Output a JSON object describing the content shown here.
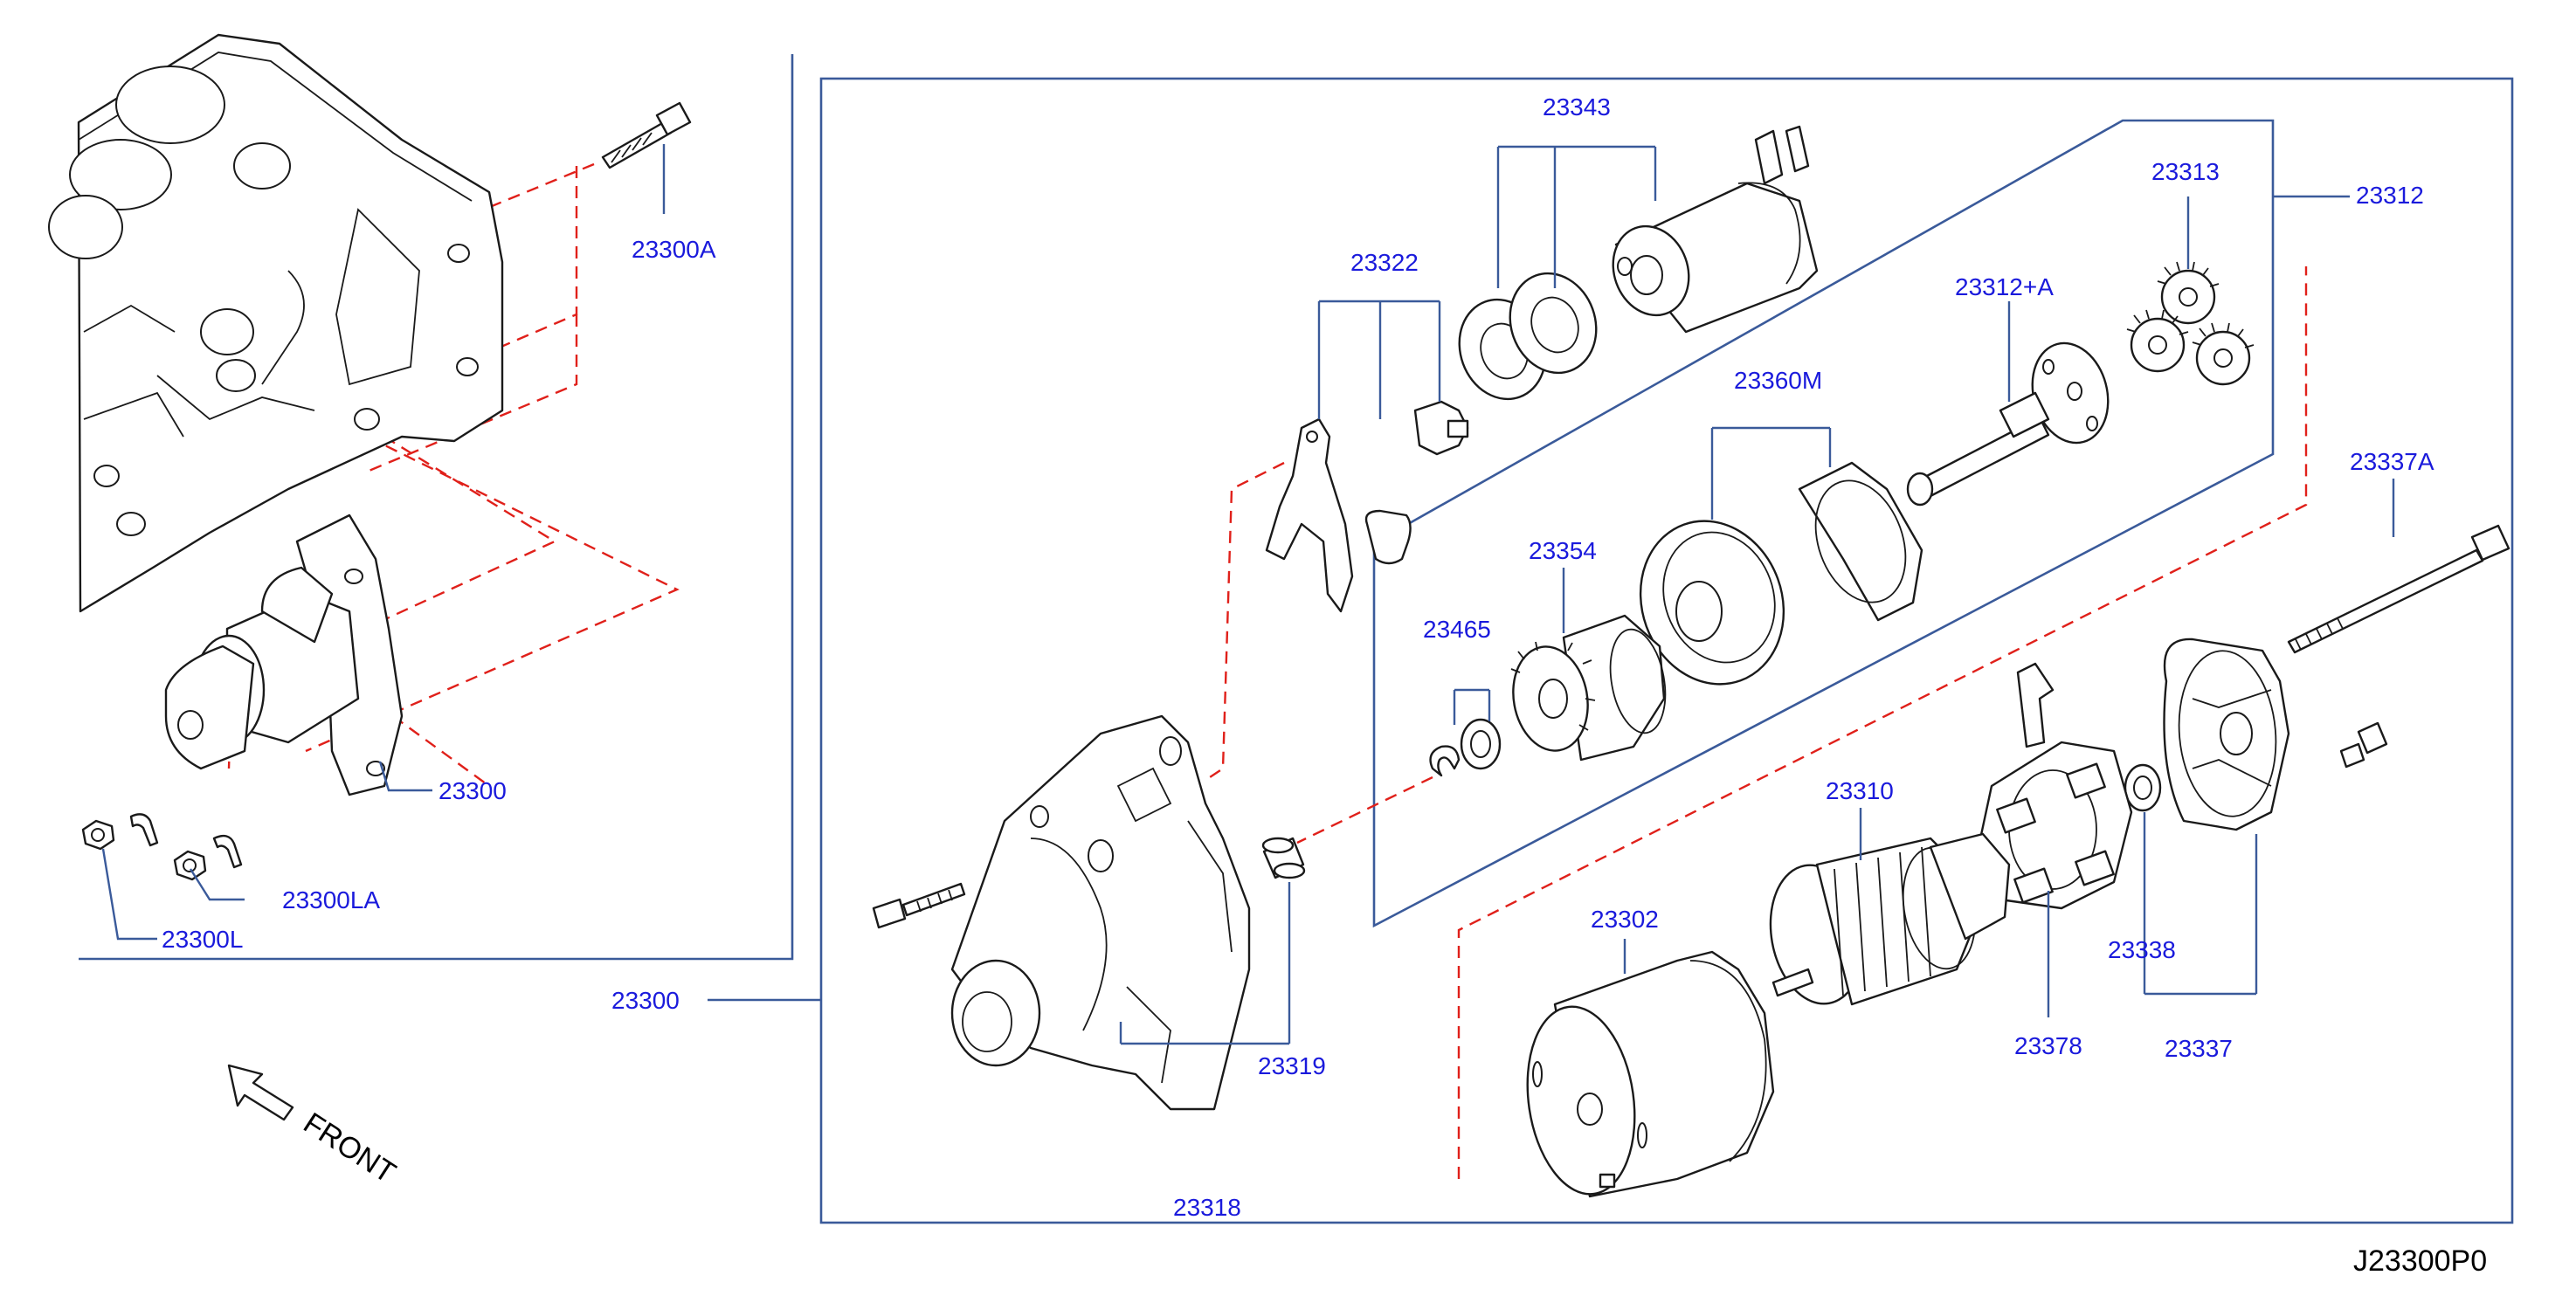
{
  "diagram_code": "J23300P0",
  "front_label": "FRONT",
  "labels": {
    "p23300A": "23300A",
    "p23300_mount": "23300",
    "p23300LA": "23300LA",
    "p23300L": "23300L",
    "p23300_main": "23300",
    "p23343": "23343",
    "p23322": "23322",
    "p23313": "23313",
    "p23312": "23312",
    "p23312A": "23312+A",
    "p23360M": "23360M",
    "p23354": "23354",
    "p23465": "23465",
    "p23337A": "23337A",
    "p23310": "23310",
    "p23302": "23302",
    "p23338": "23338",
    "p23378": "23378",
    "p23337": "23337",
    "p23319": "23319",
    "p23318": "23318"
  }
}
